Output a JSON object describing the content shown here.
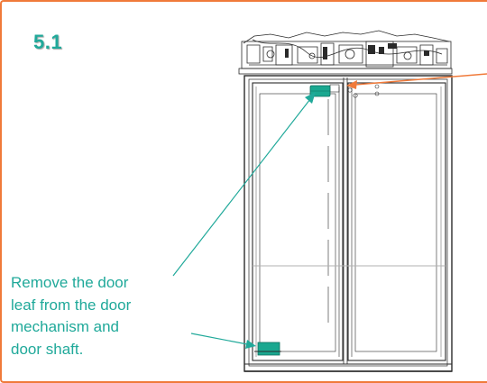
{
  "step": {
    "number": "5.1"
  },
  "instruction": {
    "lines": [
      "Remove the door",
      "leaf from the door",
      "mechanism and",
      "door shaft."
    ]
  },
  "colors": {
    "frame": "#f07a3a",
    "accent": "#20a99a",
    "highlight": "#1aa890",
    "pointer": "#f07a3a",
    "line": "#2a2a2a"
  }
}
